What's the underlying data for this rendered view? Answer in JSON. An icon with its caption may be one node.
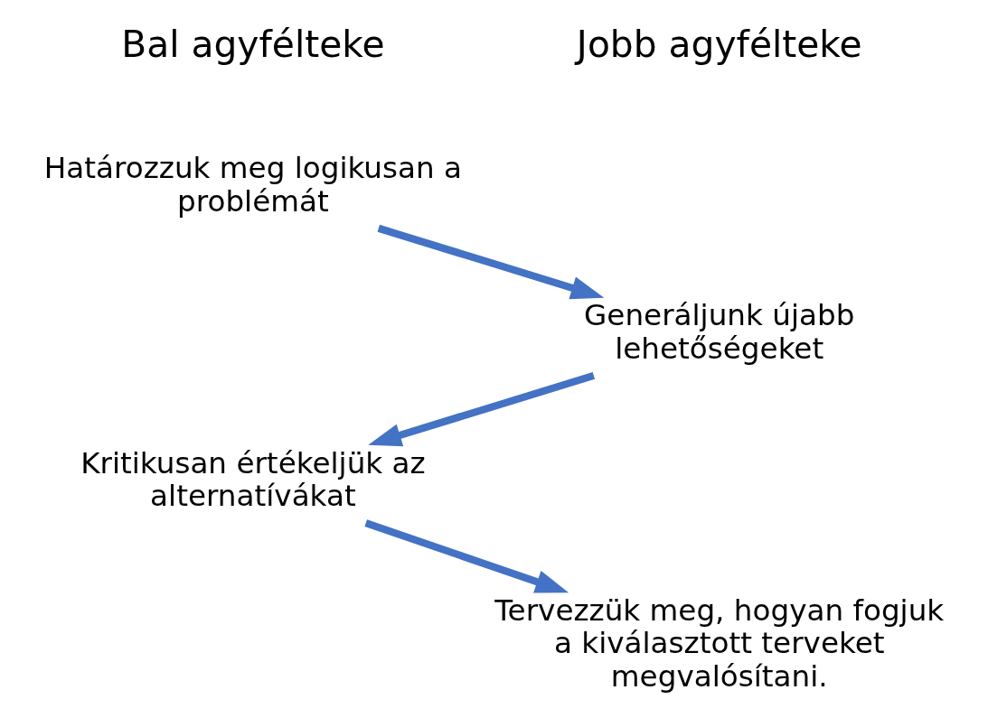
{
  "diagram": {
    "nodes": [
      {
        "text": [
          "Határozzuk meg logikusan a problémát"
        ]
      },
      {
        "text": [
          "Generáljunk újabb lehetőségeket"
        ]
      },
      {
        "text": [
          "Kritikusan értékeljük az alternatívákat"
        ]
      },
      {
        "text": [
          "Tervezzük meg, hogyan fogjuk a kiválasztott terveket megvalósítani."
        ]
      }
    ],
    "edges": [
      {
        "from": 0,
        "to": 1,
        "arrow": "to"
      },
      {
        "from": 1,
        "to": 2,
        "arrow": "to"
      },
      {
        "from": 2,
        "to": 3,
        "arrow": "to"
      }
    ],
    "labels": [
      "Bal agyfélteke",
      "Jobb agyfélteke"
    ]
  }
}
